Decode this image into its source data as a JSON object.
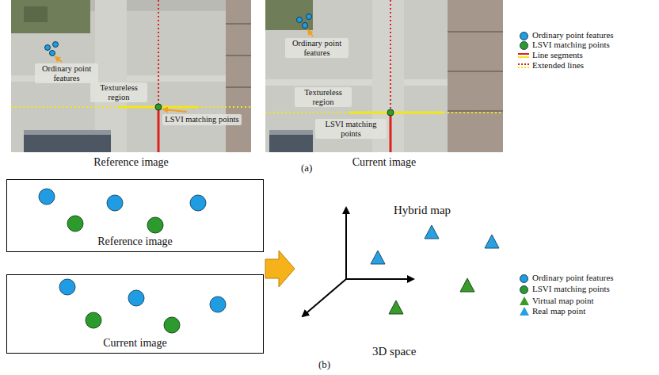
{
  "diagram": {
    "nodes": [
      {
        "text": [
          "Ordinary point features",
          "Textureless region",
          "LSVI matching points",
          "Reference image"
        ]
      },
      {
        "text": [
          "Ordinary point features",
          "Textureless region",
          "LSVI matching points",
          "Current image"
        ]
      },
      {
        "text": [
          "Reference image"
        ]
      },
      {
        "text": [
          "Current image"
        ]
      }
    ],
    "labels": [
      "(a)",
      "(b)",
      "Hybrid map",
      "3D space"
    ],
    "legend": [
      {
        "text": "Ordinary point features",
        "color": "#1f9ce2"
      },
      {
        "text": "LSVI matching points",
        "color": "#2d9a2d"
      },
      {
        "text": "Line segments"
      },
      {
        "text": "Extended lines"
      },
      {
        "text": "Ordinary point features",
        "color": "#1f9ce2"
      },
      {
        "text": "LSVI matching points",
        "color": "#2d9a2d"
      },
      {
        "text": "Virtual map point",
        "color": "#3a9a2a"
      },
      {
        "text": "Real map point",
        "color": "#2aa0e0"
      }
    ]
  }
}
